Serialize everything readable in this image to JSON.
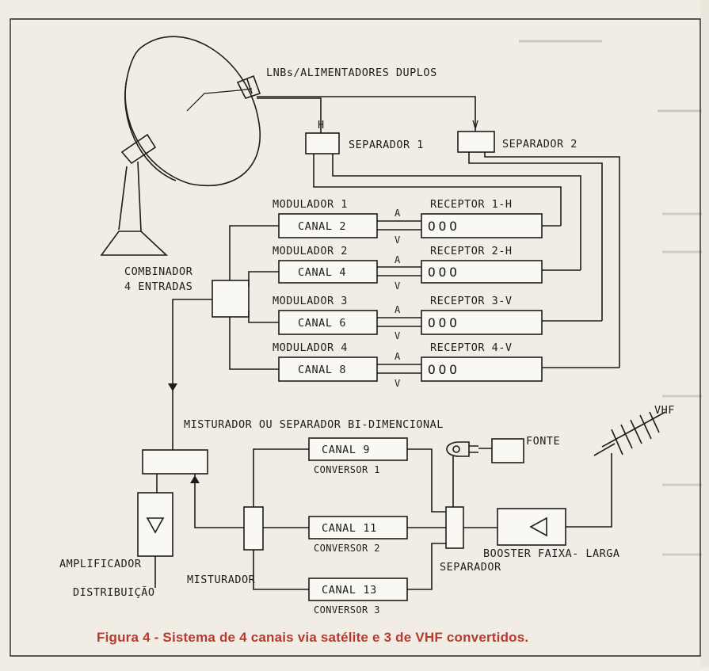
{
  "caption": "Figura 4 - Sistema de 4 canais via satélite e 3 de VHF convertidos.",
  "labels": {
    "lnb": "LNBs/ALIMENTADORES DUPLOS",
    "pol_h": "H",
    "pol_v": "V",
    "separador1": "SEPARADOR 1",
    "separador2": "SEPARADOR 2",
    "combinador_line1": "COMBINADOR",
    "combinador_line2": "4 ENTRADAS",
    "misturador_sep": "MISTURADOR OU SEPARADOR BI-DIMENCIONAL",
    "vhf": "VHF",
    "fonte": "FONTE",
    "booster": "BOOSTER FAIXA- LARGA",
    "separador": "SEPARADOR",
    "misturador": "MISTURADOR",
    "amplificador": "AMPLIFICADOR",
    "distribuicao": "DISTRIBUIÇÃO",
    "audio_tag": "A",
    "video_tag": "V",
    "knobs": "OOO"
  },
  "modulators": [
    {
      "title": "MODULADOR 1",
      "channel": "CANAL 2",
      "receiver": "RECEPTOR 1-H"
    },
    {
      "title": "MODULADOR 2",
      "channel": "CANAL 4",
      "receiver": "RECEPTOR 2-H"
    },
    {
      "title": "MODULADOR 3",
      "channel": "CANAL 6",
      "receiver": "RECEPTOR 3-V"
    },
    {
      "title": "MODULADOR 4",
      "channel": "CANAL 8",
      "receiver": "RECEPTOR 4-V"
    }
  ],
  "converters": [
    {
      "channel": "CANAL 9",
      "name": "CONVERSOR 1"
    },
    {
      "channel": "CANAL 11",
      "name": "CONVERSOR 2"
    },
    {
      "channel": "CANAL 13",
      "name": "CONVERSOR 3"
    }
  ],
  "colors": {
    "caption": "#b83a2e",
    "paper": "#f1ede4",
    "ink": "#1c1c1c"
  },
  "icons": [
    "satellite-dish-icon",
    "vhf-antenna-icon",
    "power-plug-icon",
    "amplifier-triangle-icon",
    "booster-triangle-icon"
  ]
}
